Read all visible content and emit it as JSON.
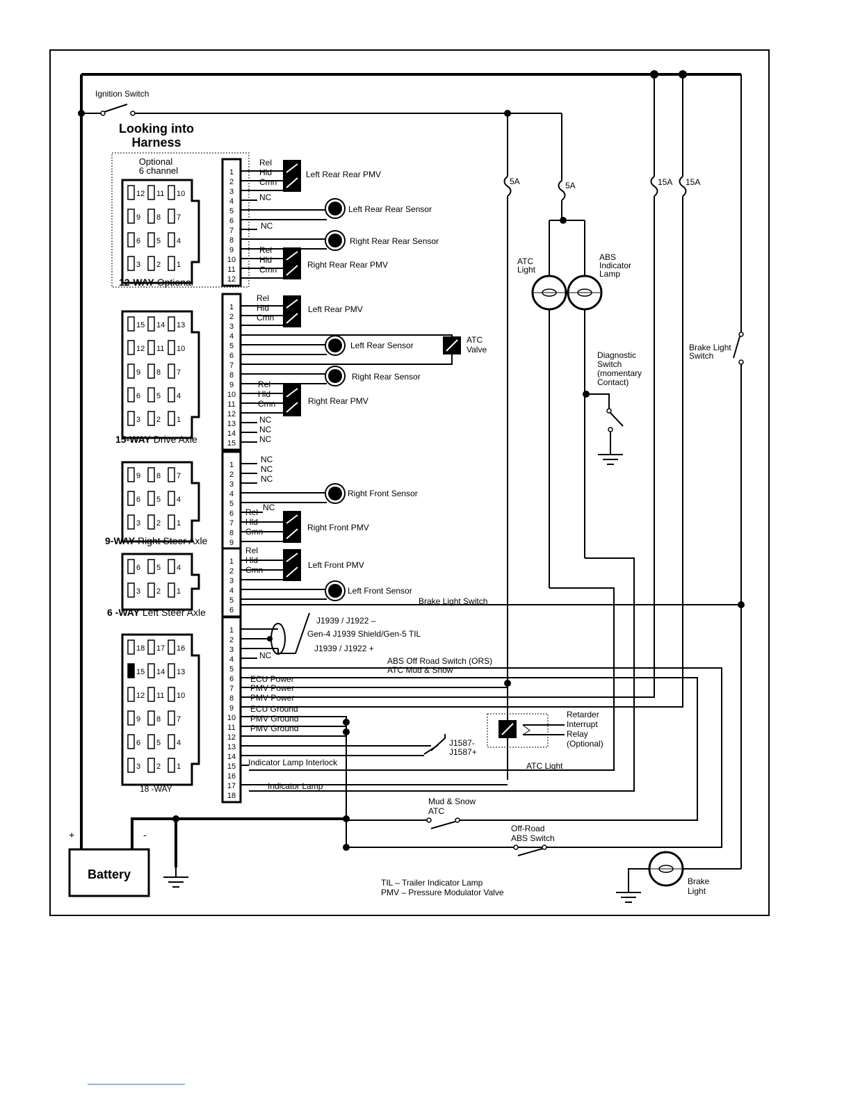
{
  "harness_title": [
    "Looking into",
    "Harness"
  ],
  "ignition_switch": "Ignition Switch",
  "fuses": [
    "5A",
    "5A",
    "15A",
    "15A"
  ],
  "lamps": {
    "atc": [
      "ATC",
      "Light"
    ],
    "abs": [
      "ABS",
      "Indicator",
      "Lamp"
    ],
    "brake": [
      "Brake",
      "Light"
    ]
  },
  "atc_valve": [
    "ATC",
    "Valve"
  ],
  "diagnostic_switch": [
    "Diagnostic",
    "Switch",
    "(momentary",
    "Contact)"
  ],
  "brake_light_switch": [
    "Brake Light",
    "Switch"
  ],
  "brake_light_switch_wire": "Brake Light Switch",
  "retarder_relay": [
    "Retarder",
    "Interrupt",
    "Relay",
    "(Optional)"
  ],
  "battery": {
    "label": "Battery",
    "plus": "+",
    "minus": "-"
  },
  "mud_snow": [
    "Mud & Snow",
    "ATC"
  ],
  "off_road": [
    "Off-Road",
    "ABS Switch"
  ],
  "legend": [
    "TIL – Trailer Indicator Lamp",
    "PMV – Pressure Modulator Valve"
  ],
  "optional_label": [
    "Optional",
    "6 channel"
  ],
  "rel_hld_cmn": [
    "Rel",
    "Hld",
    "Cmn"
  ],
  "nc": "NC",
  "connectors": [
    {
      "bold": "12-WAY",
      "rest": " Optional",
      "pins": 12,
      "faces": [
        [
          "12",
          "11",
          "10"
        ],
        [
          "9",
          "8",
          "7"
        ],
        [
          "6",
          "5",
          "4"
        ],
        [
          "3",
          "2",
          "1"
        ]
      ],
      "labels": [
        "Left Rear Rear PMV",
        "Left Rear Rear Sensor",
        "Right Rear Rear Sensor",
        "Right Rear Rear PMV"
      ]
    },
    {
      "bold": "15-WAY",
      "rest": " Drive Axle",
      "pins": 15,
      "faces": [
        [
          "15",
          "14",
          "13"
        ],
        [
          "12",
          "11",
          "10"
        ],
        [
          "9",
          "8",
          "7"
        ],
        [
          "6",
          "5",
          "4"
        ],
        [
          "3",
          "2",
          "1"
        ]
      ],
      "labels": [
        "Left Rear PMV",
        "Left Rear Sensor",
        "Right Rear Sensor",
        "Right Rear PMV"
      ]
    },
    {
      "bold": "9-WAY",
      "rest": " Right Steer Axle",
      "pins": 9,
      "faces": [
        [
          "9",
          "8",
          "7"
        ],
        [
          "6",
          "5",
          "4"
        ],
        [
          "3",
          "2",
          "1"
        ]
      ],
      "labels": [
        "Right Front Sensor",
        "Right Front PMV"
      ]
    },
    {
      "bold": "6 -WAY",
      "rest": " Left Steer Axle",
      "pins": 6,
      "faces": [
        [
          "6",
          "5",
          "4"
        ],
        [
          "3",
          "2",
          "1"
        ]
      ],
      "labels": [
        "Left Front PMV",
        "Left Front Sensor"
      ]
    },
    {
      "bold": "",
      "rest": "18 -WAY",
      "pins": 18,
      "faces": [
        [
          "18",
          "17",
          "16"
        ],
        [
          "15",
          "14",
          "13"
        ],
        [
          "12",
          "11",
          "10"
        ],
        [
          "9",
          "8",
          "7"
        ],
        [
          "6",
          "5",
          "4"
        ],
        [
          "3",
          "2",
          "1"
        ]
      ],
      "labels": []
    }
  ],
  "ecu18": {
    "j1939_minus": "J1939 / J1922 –",
    "shield": "Gen-4 J1939 Shield/Gen-5 TIL",
    "j1939_plus": "J1939 / J1922 +",
    "ors": "ABS Off Road Switch (ORS)",
    "atc_mud": "ATC Mud & Snow",
    "ecu_power": "ECU Power",
    "pmv_power1": "PMV Power",
    "pmv_power2": "PMV Power",
    "ecu_ground": "ECU Ground",
    "pmv_ground1": "PMV Ground",
    "pmv_ground2": "PMV Ground",
    "j1587_minus": "J1587-",
    "j1587_plus": "J1587+",
    "interlock": "Indicator Lamp Interlock",
    "atc_light": "ATC Light",
    "indicator_lamp": "Indicator Lamp"
  }
}
